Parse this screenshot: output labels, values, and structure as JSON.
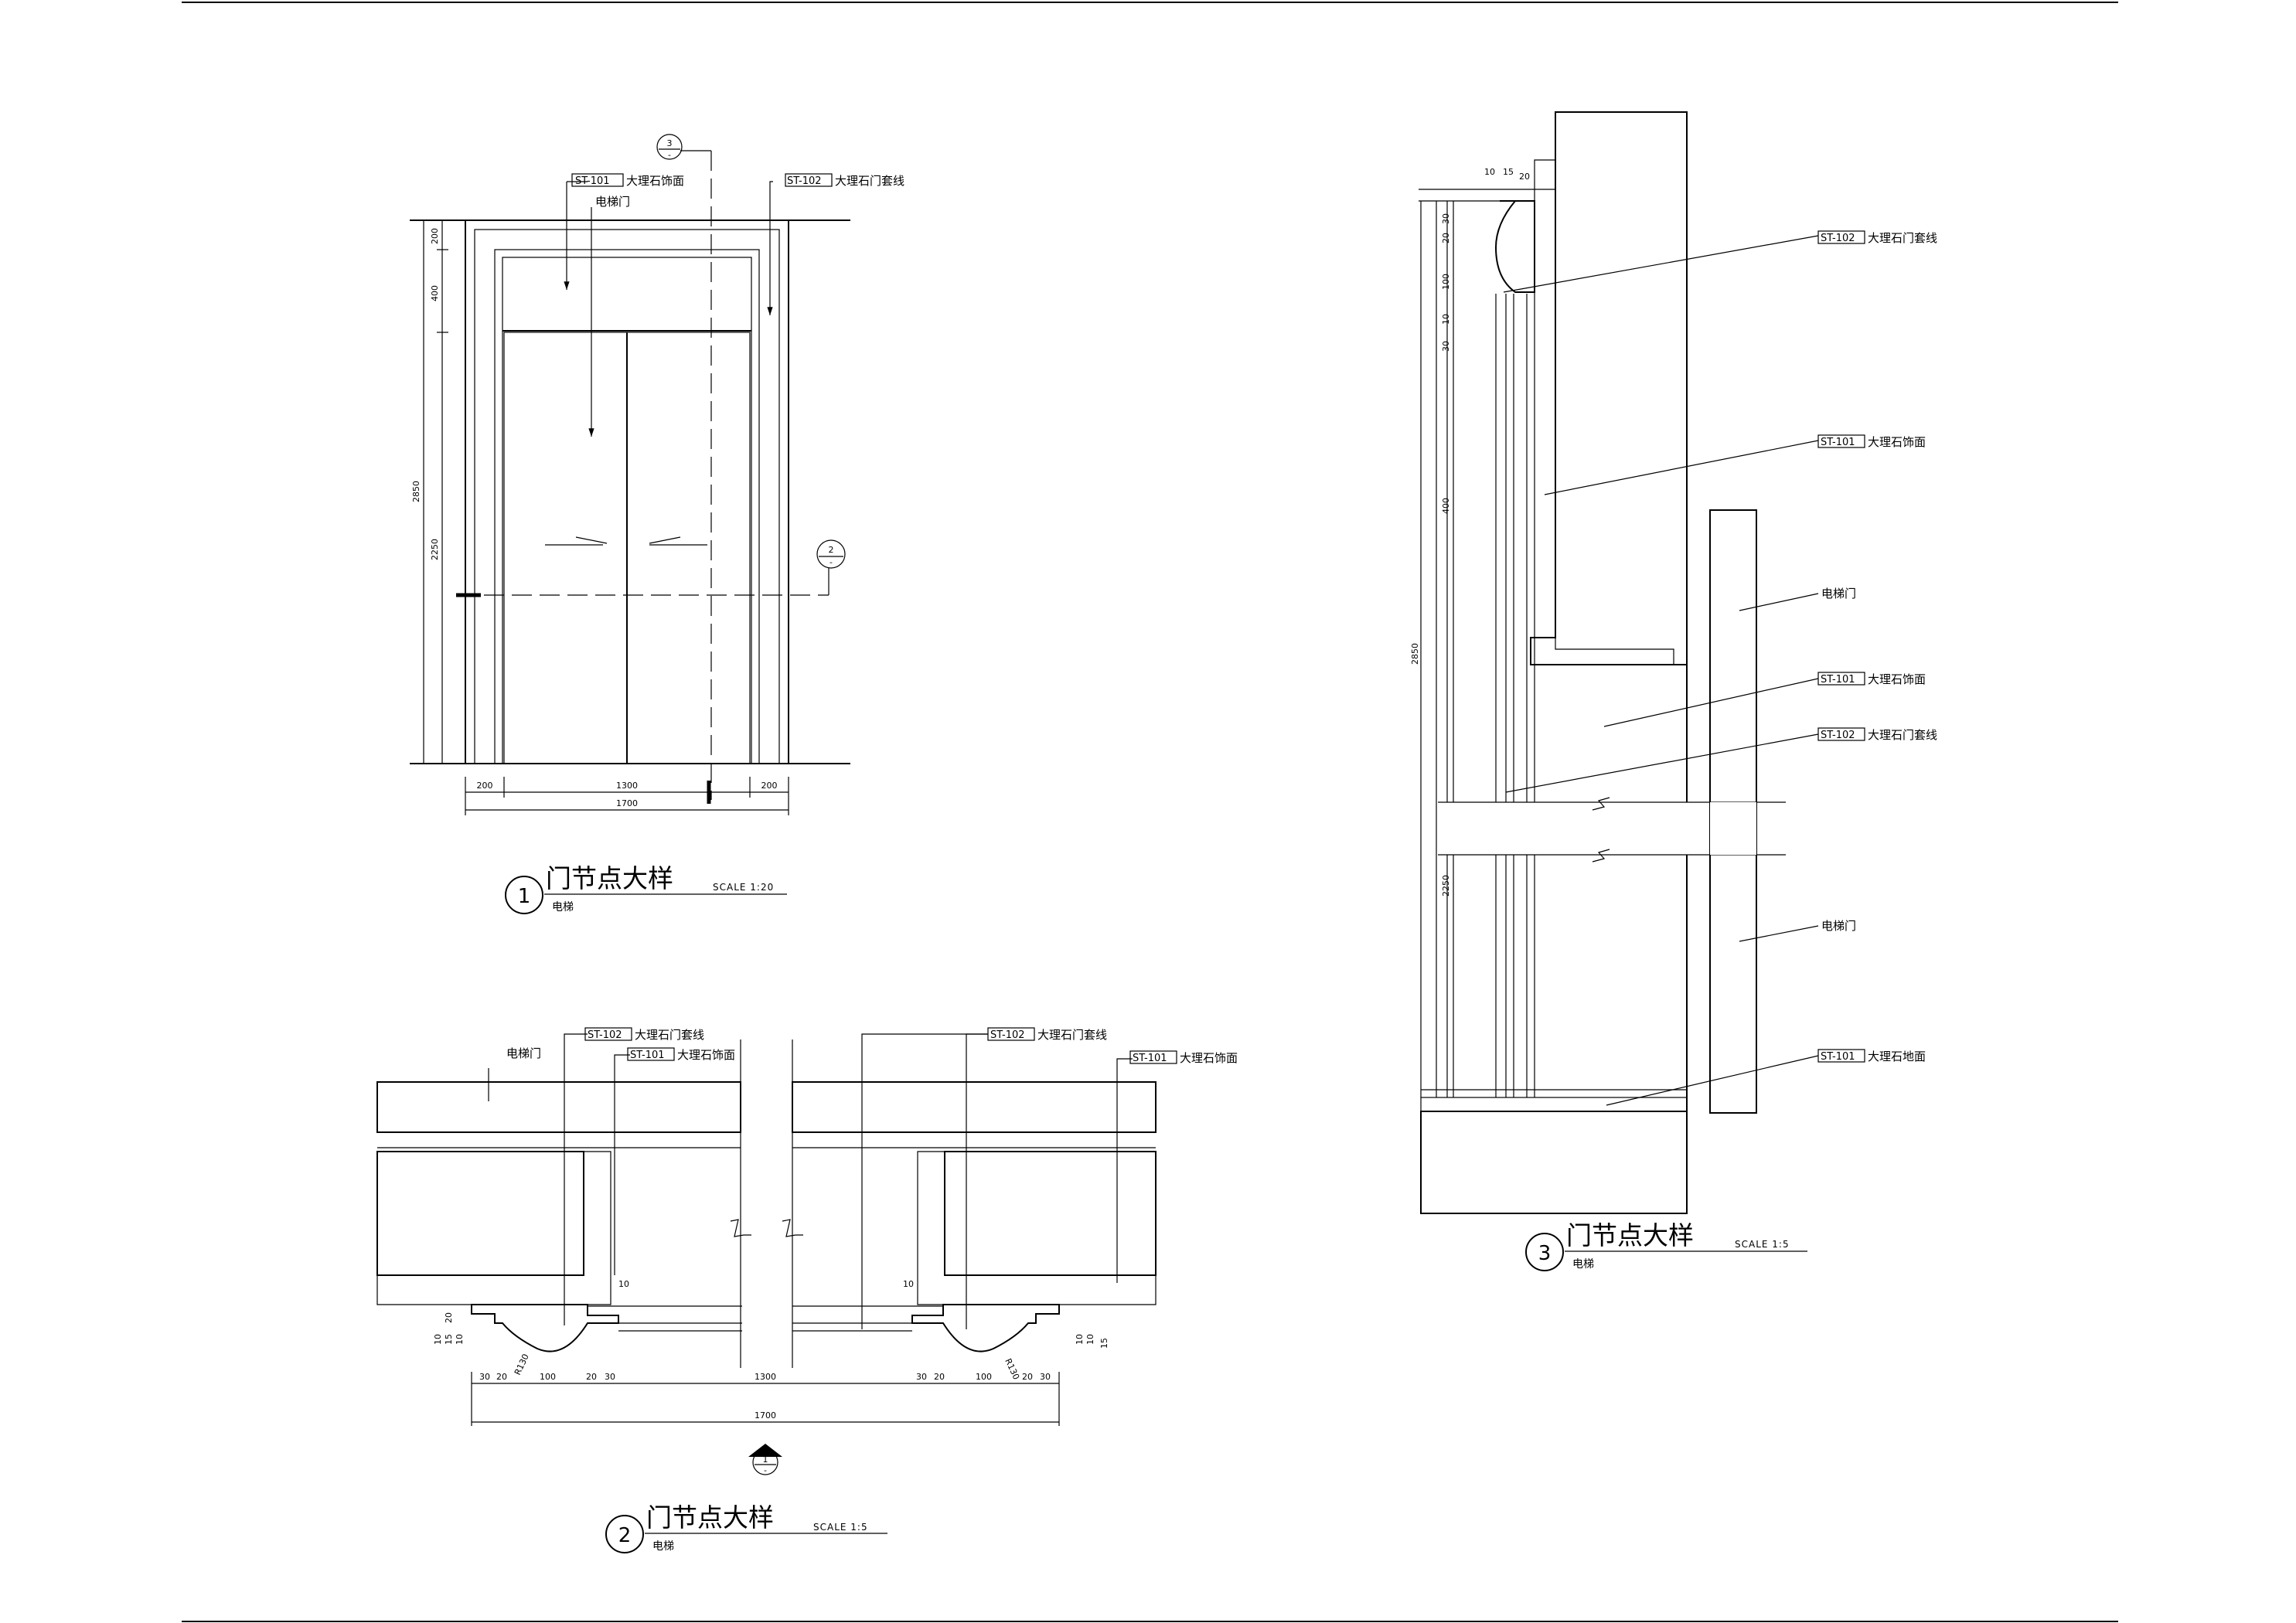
{
  "drawing": {
    "detail1": {
      "number": "1",
      "title": "门节点大样",
      "scale": "SCALE 1:20",
      "subtitle": "电梯",
      "labels": {
        "st101": "ST-101",
        "st101_text": "大理石饰面",
        "st102": "ST-102",
        "st102_text": "大理石门套线",
        "door": "电梯门"
      },
      "dims_vertical": [
        "200",
        "400",
        "2850",
        "2250"
      ],
      "dims_horizontal": [
        "200",
        "1300",
        "200",
        "1700"
      ],
      "callout_top": {
        "num": "3",
        "sub": "-"
      },
      "callout_right": {
        "num": "2",
        "sub": "-"
      }
    },
    "detail2": {
      "number": "2",
      "title": "门节点大样",
      "scale": "SCALE 1:5",
      "subtitle": "电梯",
      "labels": {
        "door": "电梯门",
        "st102": "ST-102",
        "st102_text": "大理石门套线",
        "st101": "ST-101",
        "st101_text": "大理石饰面"
      },
      "dims_bottom_left": [
        "30",
        "20",
        "100",
        "20",
        "30"
      ],
      "dims_bottom_right": [
        "30",
        "20",
        "100",
        "20",
        "30"
      ],
      "dim_center": "1300",
      "dim_total": "1700",
      "dims_side": [
        "10",
        "15",
        "20",
        "10"
      ],
      "dim_10": "10",
      "radius": "R130",
      "section_marker": {
        "num": "1",
        "sub": "-"
      }
    },
    "detail3": {
      "number": "3",
      "title": "门节点大样",
      "scale": "SCALE 1:5",
      "subtitle": "电梯",
      "labels": [
        {
          "tag": "ST-102",
          "text": "大理石门套线"
        },
        {
          "tag": "ST-101",
          "text": "大理石饰面"
        },
        {
          "tag": "",
          "text": "电梯门"
        },
        {
          "tag": "ST-101",
          "text": "大理石饰面"
        },
        {
          "tag": "ST-102",
          "text": "大理石门套线"
        },
        {
          "tag": "",
          "text": "电梯门"
        },
        {
          "tag": "ST-101",
          "text": "大理石地面"
        }
      ],
      "dims_top": [
        "10",
        "15",
        "20"
      ],
      "dims_vertical": [
        "20",
        "30",
        "100",
        "30",
        "10",
        "400",
        "2850",
        "2250"
      ]
    }
  }
}
